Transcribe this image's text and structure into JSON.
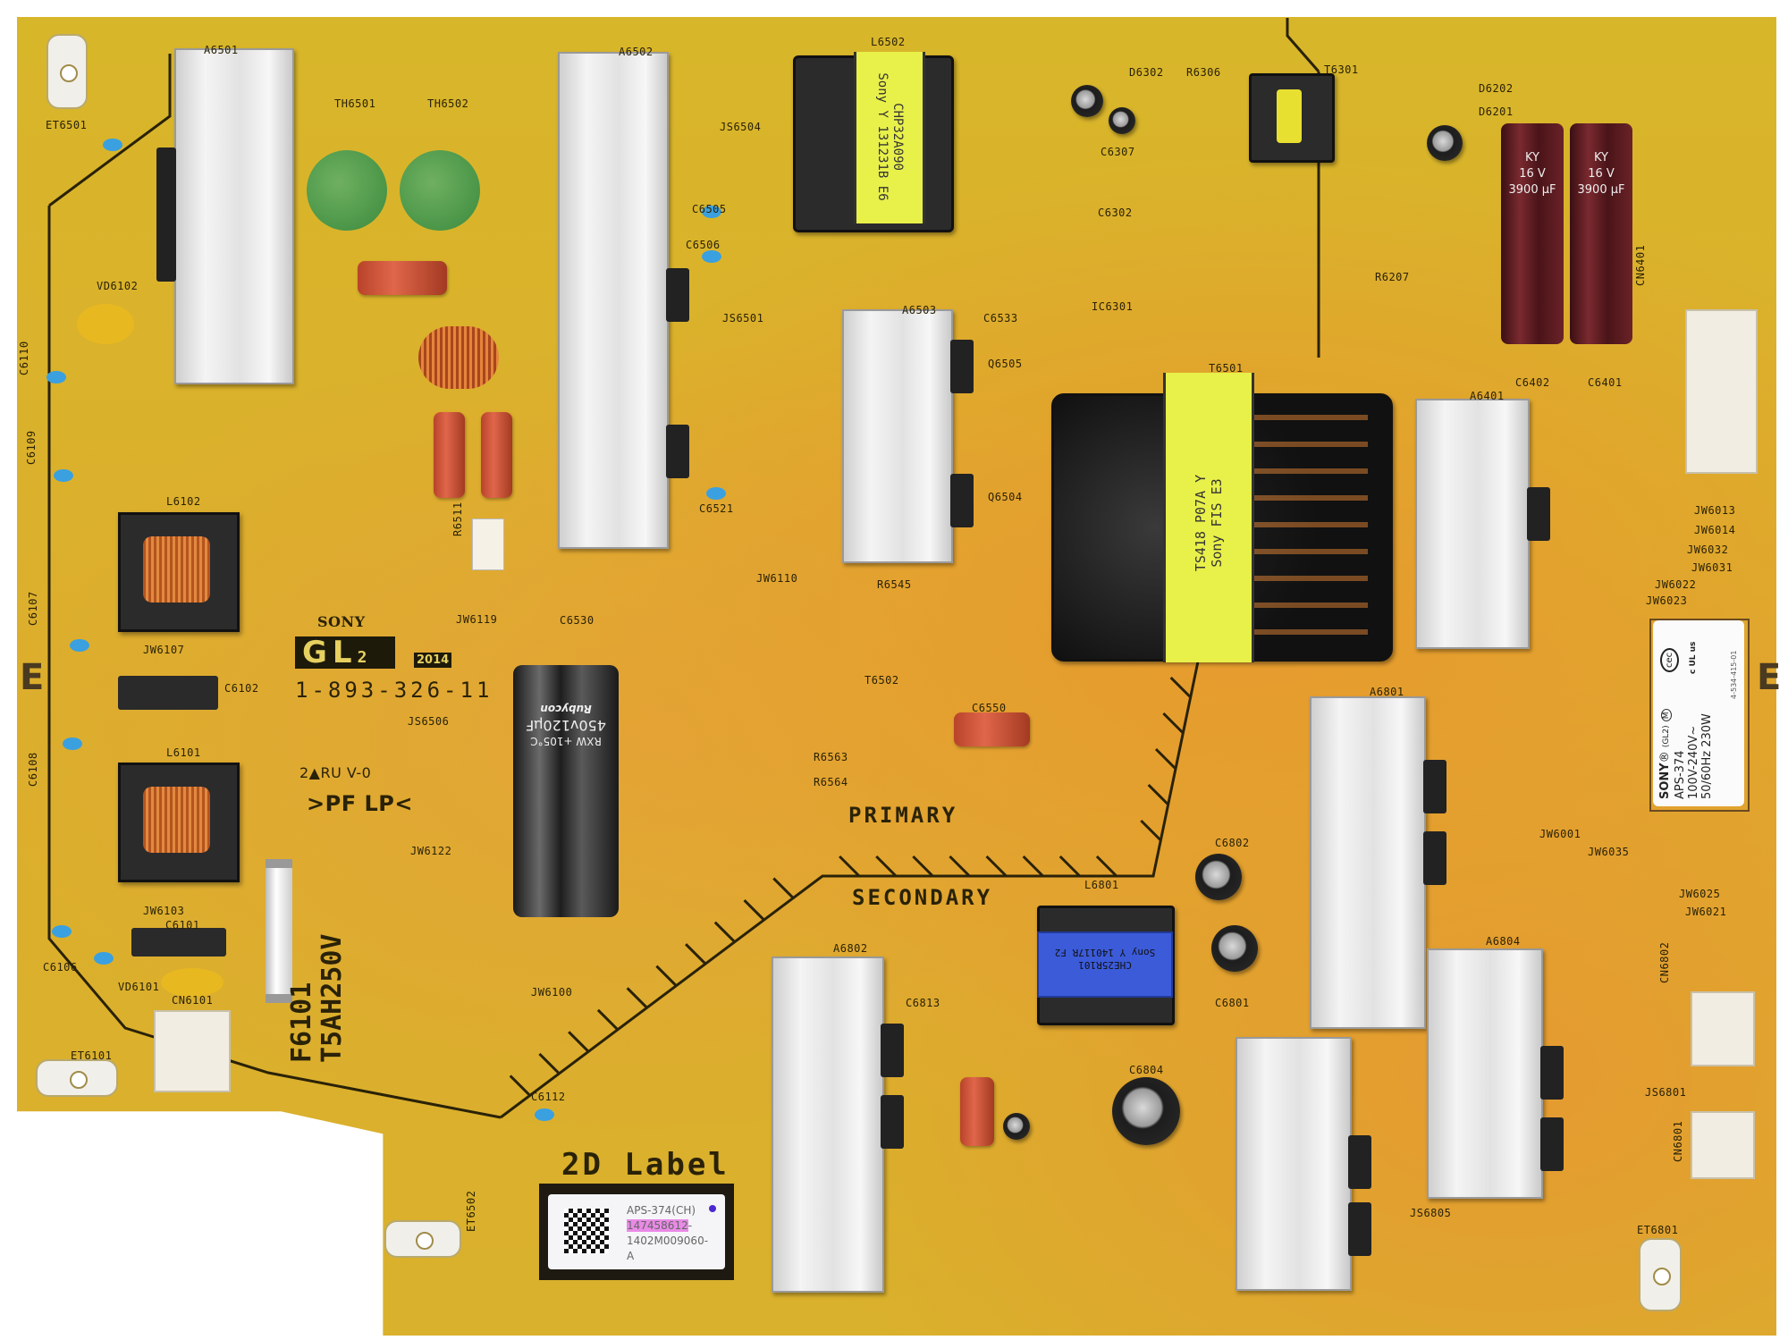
{
  "board": {
    "brand": "SONY",
    "grade": "GL",
    "grade_suffix": "2",
    "year": "2014",
    "part_number": "1-893-326-11",
    "flammability": "2▲RU V-0",
    "material": ">PF LP<",
    "primary_label": "PRIMARY",
    "secondary_label": "SECONDARY",
    "label_2d_title": "2D Label",
    "edge_mark": "E"
  },
  "label_2d": {
    "model": "APS-374(CH)",
    "serial_highlight": "147458612",
    "serial_suffix": "-",
    "line2": "1402M009060-",
    "line3": "A"
  },
  "rating_label": {
    "brand": "SONY",
    "registered": "®",
    "grade": "(GL2)",
    "mark_m": "M",
    "model": "APS-374",
    "voltage": "100V-240V~",
    "freq_power": "50/60Hz 230W",
    "part_code": "4-534-415-01",
    "cert_cec": "cec",
    "cert_ul": "c UL us"
  },
  "fuse": {
    "ref": "F6101",
    "rating": "T5AH250V"
  },
  "transformers": {
    "t6501": {
      "line1": "TS418  P07A Y",
      "line2": "Sony  FIS E3"
    },
    "l6502": {
      "line1": "CHP32A090",
      "line2": "Sony Y 131231B E6"
    },
    "l6801": {
      "line1": "CHE25R101",
      "line2": "Sony Y 140117R F2"
    }
  },
  "capacitors": {
    "bulk": {
      "brand": "Rubycon",
      "rating": "450v120μF",
      "series": "RXW",
      "temp": "+105°C"
    },
    "output": {
      "brand": "KY",
      "voltage": "16 V",
      "capacitance": "3900 μF"
    }
  },
  "designators": [
    "A6501",
    "TH6501",
    "TH6502",
    "ET6501",
    "A6502",
    "L6502",
    "JS6504",
    "C6505",
    "C6506",
    "JS6501",
    "A6503",
    "C6533",
    "Q6505",
    "Q6504",
    "R6545",
    "JW6110",
    "T6502",
    "C6550",
    "R6563",
    "R6564",
    "L6102",
    "L6101",
    "JW6107",
    "C6102",
    "JW6103",
    "C6101",
    "VD6101",
    "VD6102",
    "CN6101",
    "ET6101",
    "C6530",
    "JW6119",
    "JW6122",
    "JW6100",
    "C6112",
    "A6802",
    "C6813",
    "L6801",
    "C6802",
    "C6801",
    "C6804",
    "A6801",
    "A6804",
    "JW6001",
    "JW6035",
    "JW6025",
    "JW6021",
    "JS6801",
    "ET6801",
    "JS6805",
    "A6401",
    "T6501",
    "T6301",
    "D6302",
    "R6306",
    "D6202",
    "D6201",
    "C6302",
    "IC6301",
    "R6207",
    "C6402",
    "C6401",
    "JW6013",
    "JW6014",
    "JW6032",
    "JW6031",
    "JW6022",
    "JW6023",
    "C6307",
    "JS6506",
    "ET6502",
    "R6511",
    "C6521",
    "C6110",
    "C6109",
    "C6107",
    "C6108",
    "C6106",
    "CN6401",
    "CN6802",
    "CN6801"
  ],
  "colors": {
    "pcb": "#dcae2c",
    "silkscreen": "#2a2208",
    "heatsink": "#e6e6e6",
    "transformer_label": "#e8f04a",
    "inductor_label": "#3b5bd9",
    "output_cap": "#5a1a1e",
    "serial_highlight": "#e98ae6"
  }
}
